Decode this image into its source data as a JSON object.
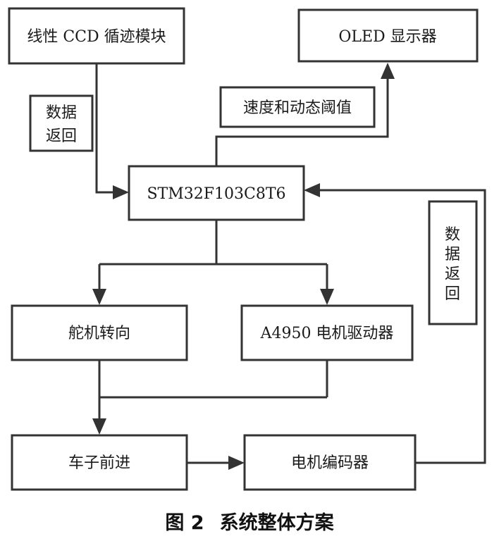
{
  "nodes": {
    "ccd": "线性 CCD 循迹模块",
    "oled": "OLED 显示器",
    "speed": "速度和动态阈值",
    "data_return_left": [
      "数据",
      "返回"
    ],
    "mcu": "STM32F103C8T6",
    "data_return_right": [
      "数",
      "据",
      "返",
      "回"
    ],
    "servo": "舵机转向",
    "driver": "A4950 电机驱动器",
    "car": "车子前进",
    "encoder": "电机编码器"
  },
  "caption": {
    "figure": "图 2",
    "title": "系统整体方案"
  }
}
